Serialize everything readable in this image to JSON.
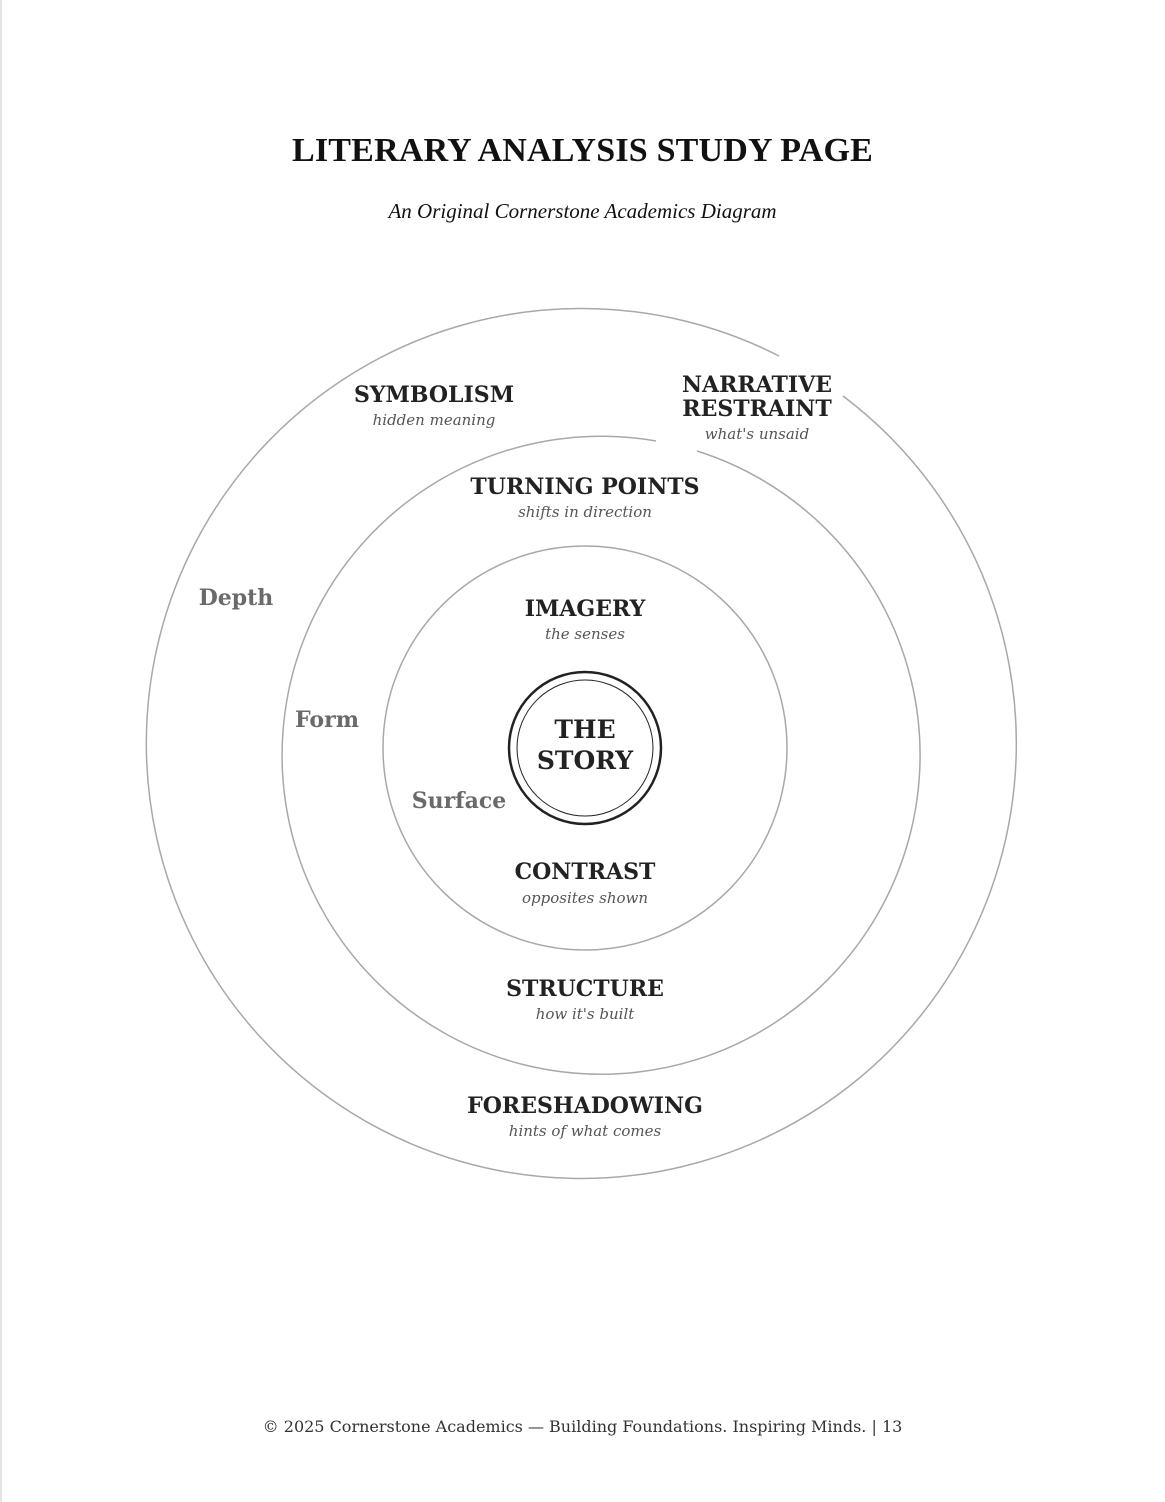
{
  "header": {
    "title": "LITERARY ANALYSIS STUDY PAGE",
    "subtitle": "An Original Cornerstone Academics Diagram"
  },
  "diagram": {
    "rings": {
      "outer": "Depth",
      "middle": "Form",
      "inner": "Surface"
    },
    "center": {
      "line1": "THE",
      "line2": "STORY"
    },
    "elements": {
      "symbolism": {
        "label": "SYMBOLISM",
        "desc": "hidden meaning"
      },
      "narrative_restraint": {
        "label_line1": "NARRATIVE",
        "label_line2": "RESTRAINT",
        "desc": "what's unsaid"
      },
      "turning_points": {
        "label": "TURNING POINTS",
        "desc": "shifts in direction"
      },
      "imagery": {
        "label": "IMAGERY",
        "desc": "the senses"
      },
      "contrast": {
        "label": "CONTRAST",
        "desc": "opposites shown"
      },
      "structure": {
        "label": "STRUCTURE",
        "desc": "how it's built"
      },
      "foreshadowing": {
        "label": "FORESHADOWING",
        "desc": "hints of what comes"
      }
    }
  },
  "footer": {
    "text": "© 2025 Cornerstone Academics — Building Foundations. Inspiring Minds. | 13"
  }
}
